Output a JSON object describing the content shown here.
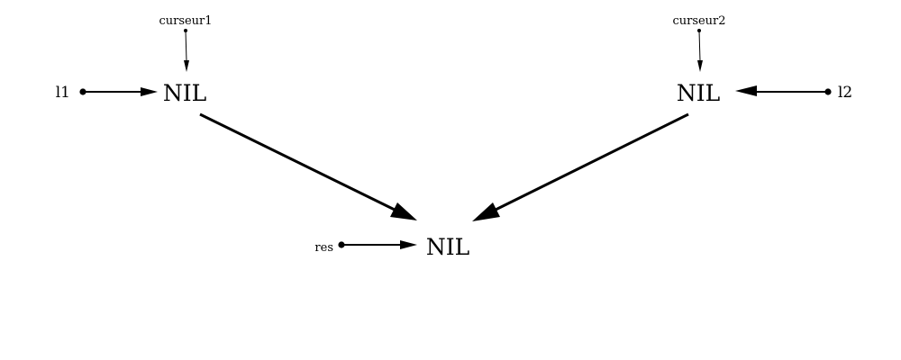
{
  "nodes": {
    "nil_left": "NIL",
    "nil_right": "NIL",
    "nil_result": "NIL"
  },
  "pointers": {
    "l1": "l1",
    "l2": "l2",
    "res": "res",
    "curseur1": "curseur1",
    "curseur2": "curseur2"
  }
}
